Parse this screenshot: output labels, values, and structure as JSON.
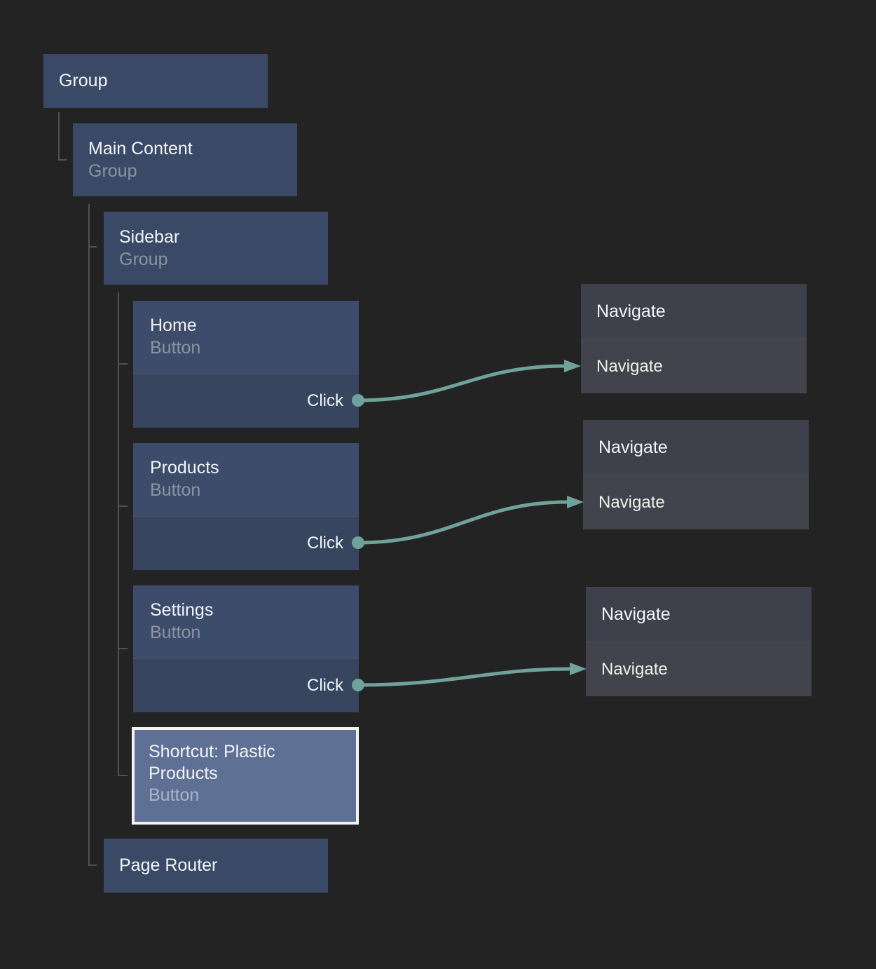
{
  "nodes": {
    "group": {
      "title": "Group"
    },
    "main_content": {
      "title": "Main Content",
      "subtitle": "Group"
    },
    "sidebar": {
      "title": "Sidebar",
      "subtitle": "Group"
    },
    "home": {
      "title": "Home",
      "subtitle": "Button",
      "event": "Click"
    },
    "products": {
      "title": "Products",
      "subtitle": "Button",
      "event": "Click"
    },
    "settings": {
      "title": "Settings",
      "subtitle": "Button",
      "event": "Click"
    },
    "shortcut": {
      "title": "Shortcut: Plastic Products",
      "subtitle": "Button",
      "selected": true
    },
    "page_router": {
      "title": "Page Router"
    }
  },
  "actions": {
    "navigate1": {
      "title": "Navigate",
      "action": "Navigate"
    },
    "navigate2": {
      "title": "Navigate",
      "action": "Navigate"
    },
    "navigate3": {
      "title": "Navigate",
      "action": "Navigate"
    }
  },
  "colors": {
    "background": "#232323",
    "node_fill": "#3A4A66",
    "node_title_fill": "#3C4C6A",
    "node_event_fill": "#37455F",
    "action_header_fill": "#3E404B",
    "action_row_fill": "#42434D",
    "selected_fill": "#5E7194",
    "selected_border": "#F2F2F2",
    "connector": "#6FA29B",
    "tree_line": "#515257",
    "title_text": "#F2F4F8",
    "subtitle_text": "#8C94A3",
    "selected_subtitle_text": "#A8B4C8",
    "action_row_text": "#EFF1E9"
  }
}
